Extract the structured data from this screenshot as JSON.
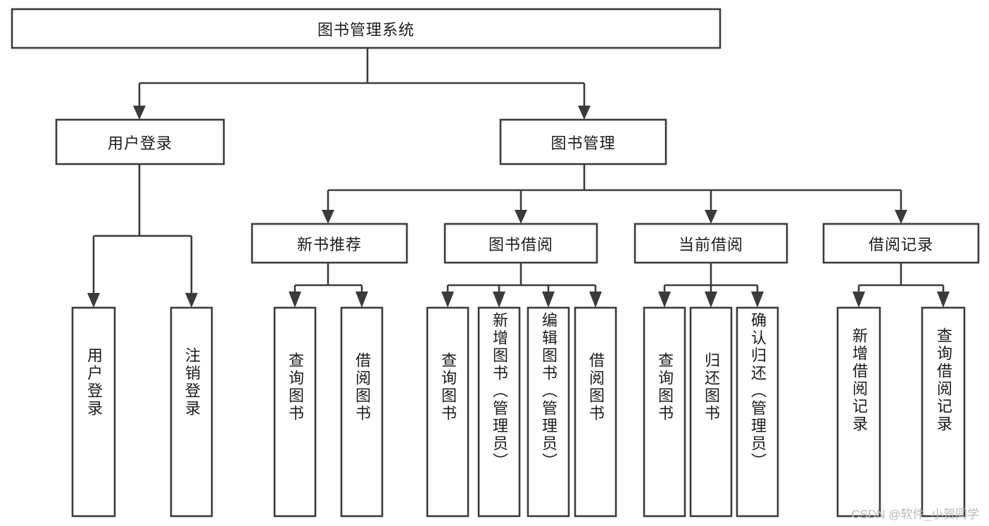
{
  "diagram": {
    "title": "图书管理系统",
    "type": "tree",
    "watermark": "CSDN @软件_小贺同学",
    "colors": {
      "box_stroke": "#3b3b3b",
      "box_fill": "#ffffff",
      "text": "#1c1c1c",
      "connector": "#3b3b3b",
      "watermark": "#b9b9b9",
      "background": "#ffffff"
    },
    "levels": {
      "root": {
        "label": "图书管理系统"
      },
      "level2": [
        {
          "id": "user-login",
          "label": "用户登录"
        },
        {
          "id": "book-manage",
          "label": "图书管理"
        }
      ],
      "level3": [
        {
          "id": "new-book-recommend",
          "label": "新书推荐",
          "parent": "book-manage"
        },
        {
          "id": "book-borrow",
          "label": "图书借阅",
          "parent": "book-manage"
        },
        {
          "id": "current-borrow",
          "label": "当前借阅",
          "parent": "book-manage"
        },
        {
          "id": "borrow-record",
          "label": "借阅记录",
          "parent": "book-manage"
        }
      ],
      "leaves": [
        {
          "id": "leaf-user-login",
          "label": "用户登录",
          "parent": "user-login"
        },
        {
          "id": "leaf-logout",
          "label": "注销登录",
          "parent": "user-login"
        },
        {
          "id": "leaf-query-book-1",
          "label": "查询图书",
          "parent": "new-book-recommend"
        },
        {
          "id": "leaf-borrow-book-1",
          "label": "借阅图书",
          "parent": "new-book-recommend"
        },
        {
          "id": "leaf-query-book-2",
          "label": "查询图书",
          "parent": "book-borrow"
        },
        {
          "id": "leaf-add-book",
          "label": "新增图书（管理员）",
          "parent": "book-borrow"
        },
        {
          "id": "leaf-edit-book",
          "label": "编辑图书（管理员）",
          "parent": "book-borrow"
        },
        {
          "id": "leaf-borrow-book-2",
          "label": "借阅图书",
          "parent": "book-borrow"
        },
        {
          "id": "leaf-query-book-3",
          "label": "查询图书",
          "parent": "current-borrow"
        },
        {
          "id": "leaf-return-book",
          "label": "归还图书",
          "parent": "current-borrow"
        },
        {
          "id": "leaf-confirm-return",
          "label": "确认归还（管理员）",
          "parent": "current-borrow"
        },
        {
          "id": "leaf-add-record",
          "label": "新增借阅记录",
          "parent": "borrow-record"
        },
        {
          "id": "leaf-query-record",
          "label": "查询借阅记录",
          "parent": "borrow-record"
        }
      ]
    }
  }
}
